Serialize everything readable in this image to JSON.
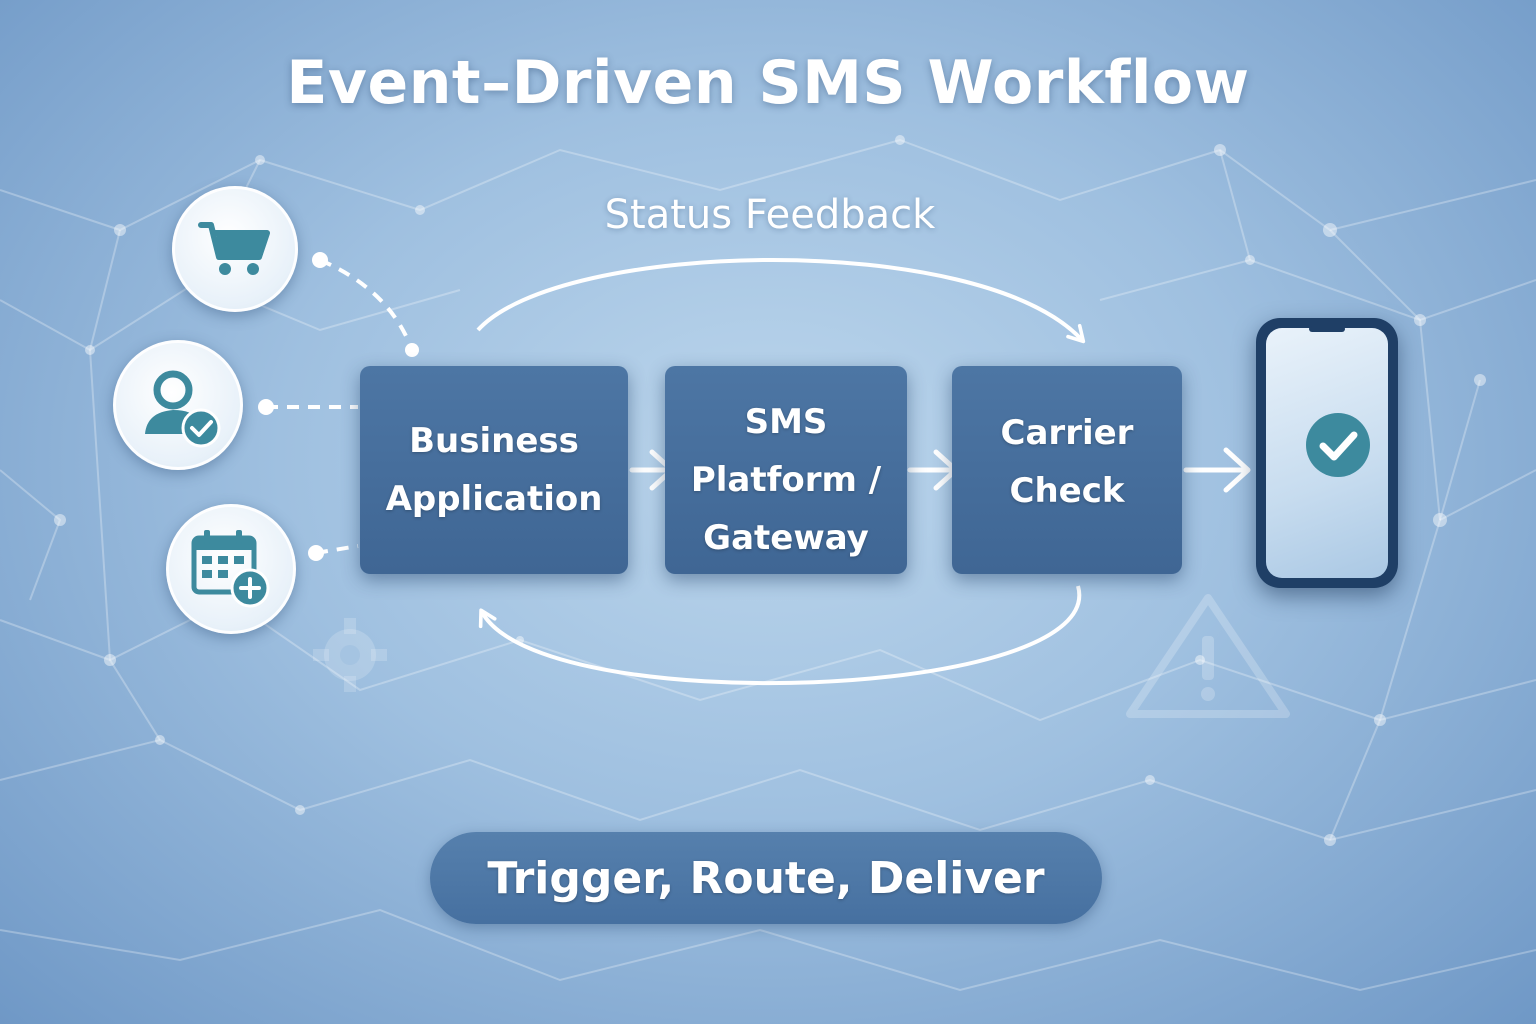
{
  "title": "Event–Driven SMS Workflow",
  "feedback_label": "Status Feedback",
  "nodes": [
    {
      "id": "app",
      "label": "Business\nApplication"
    },
    {
      "id": "sms",
      "label": "SMS\nPlatform /\nGateway"
    },
    {
      "id": "carrier",
      "label": "Carrier\nCheck"
    }
  ],
  "event_sources": [
    {
      "icon": "shopping-cart-icon"
    },
    {
      "icon": "user-check-icon"
    },
    {
      "icon": "calendar-add-icon"
    }
  ],
  "destination": {
    "icon": "phone-check-icon"
  },
  "tagline": "Trigger, Route, Deliver",
  "colors": {
    "background": "#9fc0e0",
    "box": "#46709f",
    "accent_teal": "#3d8a9e",
    "arrow": "#ffffff"
  }
}
